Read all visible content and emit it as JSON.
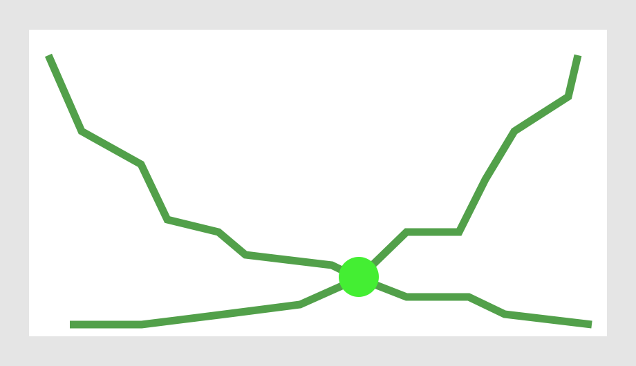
{
  "colors": {
    "background": "#e5e5e5",
    "canvas": "#ffffff",
    "route": "#52a04a",
    "node": "#44ee33"
  },
  "diagram": {
    "routes": [
      {
        "id": "route-upper-left"
      },
      {
        "id": "route-lower-left"
      },
      {
        "id": "route-upper-right"
      },
      {
        "id": "route-lower-right"
      }
    ],
    "nodes": [
      {
        "id": "junction-node"
      }
    ]
  }
}
